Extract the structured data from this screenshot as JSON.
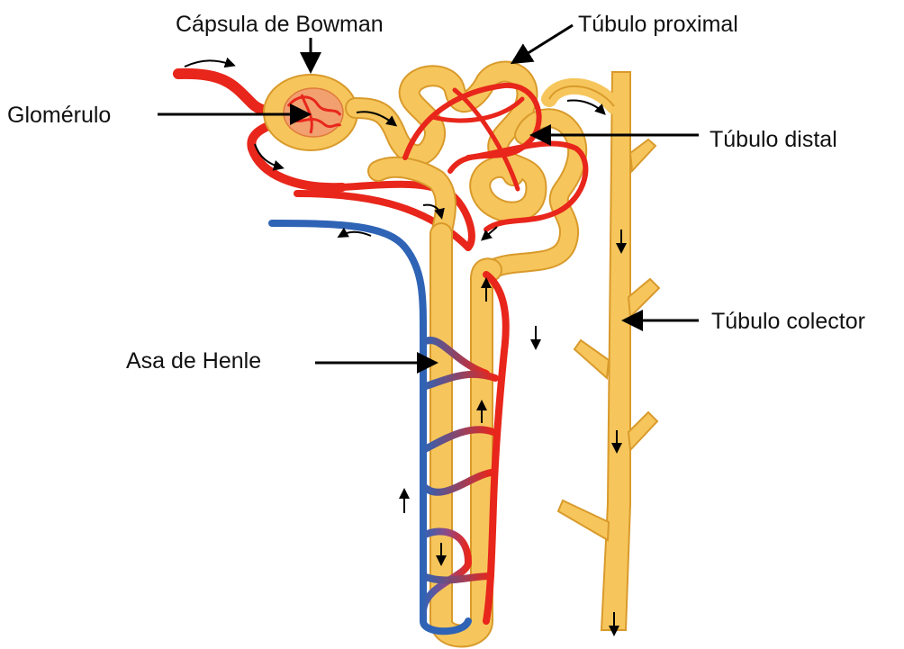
{
  "labels": {
    "bowman": "Cápsula de Bowman",
    "proximal": "Túbulo proximal",
    "glomerulus": "Glomérulo",
    "distal": "Túbulo distal",
    "collector": "Túbulo colector",
    "henle": "Asa de Henle"
  },
  "colors": {
    "tubule": "#f6c65c",
    "tubule_edge": "#d99a2b",
    "artery": "#e8261b",
    "vein": "#2f63b5",
    "pointer": "#000000",
    "glomerulus_fill": "#f2a070"
  },
  "icons": [
    "arrow-pointer-icon",
    "flow-arrow-icon"
  ]
}
